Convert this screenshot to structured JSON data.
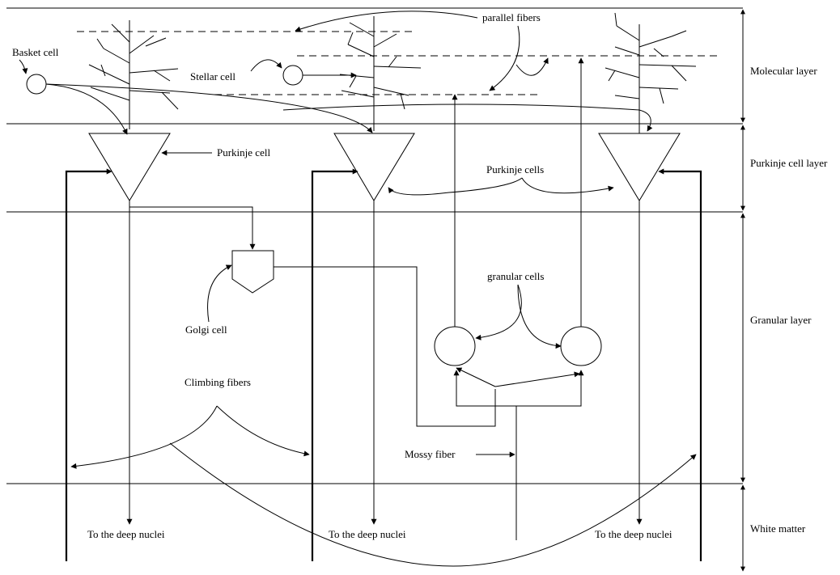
{
  "layers": {
    "molecular": "Molecular layer",
    "purkinje": "Purkinje cell layer",
    "granular": "Granular layer",
    "white": "White matter"
  },
  "labels": {
    "basket_cell": "Basket cell",
    "stellar_cell": "Stellar cell",
    "parallel_fibers": "parallel fibers",
    "purkinje_cell": "Purkinje cell",
    "purkinje_cells": "Purkinje cells",
    "golgi_cell": "Golgi cell",
    "granular_cells": "granular cells",
    "climbing_fibers": "Climbing fibers",
    "mossy_fiber": "Mossy fiber",
    "deep_nuclei_1": "To the deep nuclei",
    "deep_nuclei_2": "To the deep nuclei",
    "deep_nuclei_3": "To the deep nuclei"
  },
  "colors": {
    "line": "#000000",
    "background": "#ffffff"
  }
}
